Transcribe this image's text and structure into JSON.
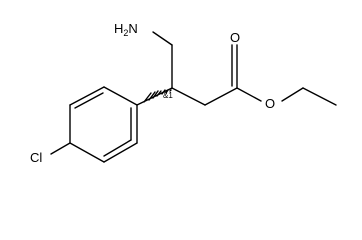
{
  "molecule": {
    "labels": {
      "amine": "H2N",
      "amine_prefix": "H",
      "amine_subscript": "2",
      "amine_suffix": "N",
      "carbonyl_oxygen": "O",
      "ester_oxygen": "O",
      "chlorine": "Cl",
      "stereo_descriptor": "&1"
    },
    "colors": {
      "bond": "#000000",
      "text": "#000000",
      "background": "#ffffff"
    }
  }
}
